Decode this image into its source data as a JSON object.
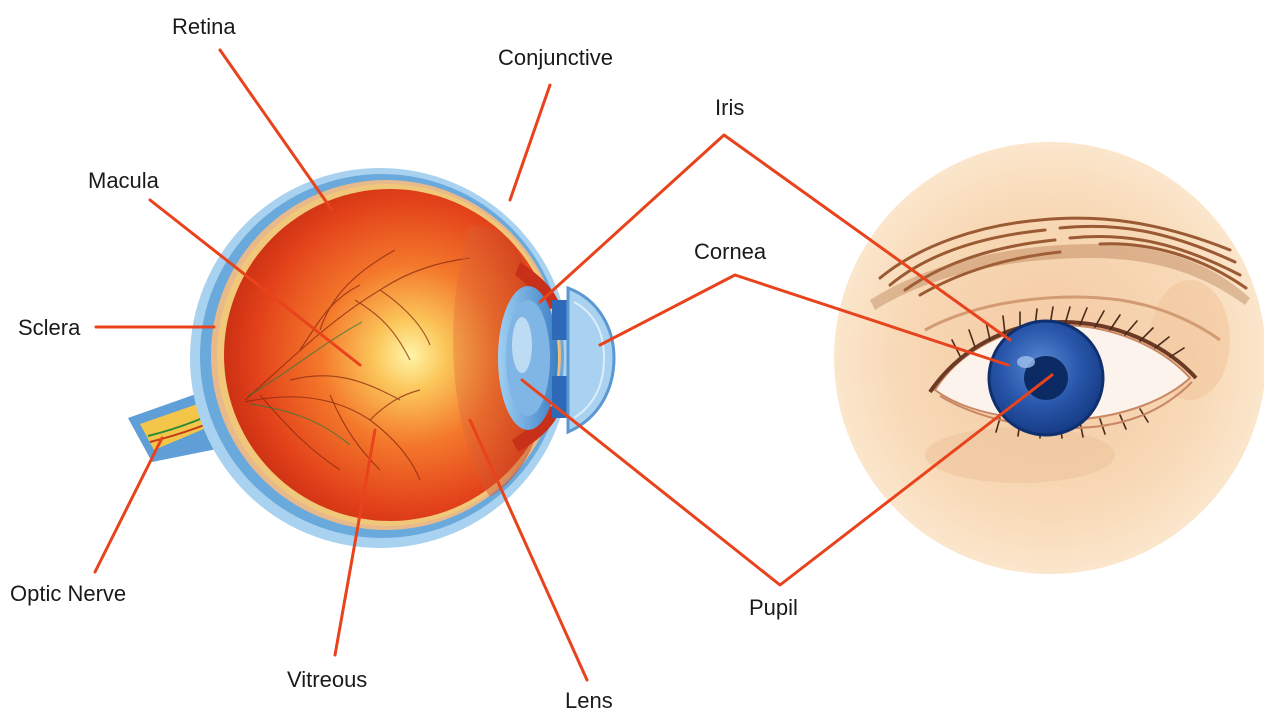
{
  "labels": {
    "retina": "Retina",
    "conjunctive": "Conjunctive",
    "iris": "Iris",
    "macula": "Macula",
    "cornea": "Cornea",
    "sclera": "Sclera",
    "optic_nerve": "Optic Nerve",
    "vitreous": "Vitreous",
    "lens": "Lens",
    "pupil": "Pupil"
  },
  "colors": {
    "leader_line": "#e8431c",
    "eyeball": "#e2411a",
    "sclera_blue": "#6aa9dc",
    "skin": "#f8dcb8",
    "iris_blue": "#1f4fa8"
  }
}
